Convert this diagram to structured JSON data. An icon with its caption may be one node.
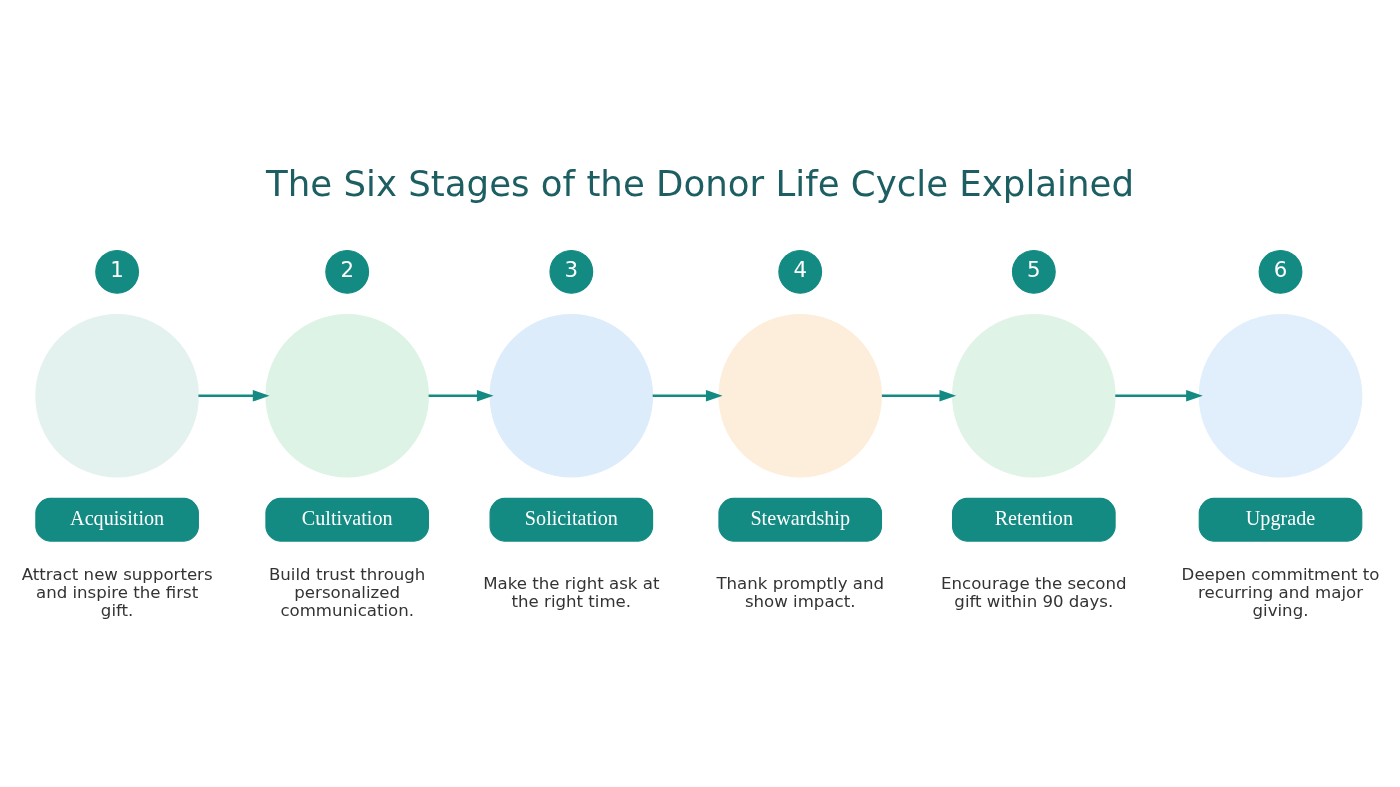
{
  "diagram": {
    "title": "The Six Stages of the Donor Life Cycle Explained",
    "nodes": [
      {
        "text": [
          "1"
        ]
      },
      {
        "text": [],
        "shape": "circle"
      },
      {
        "text": [
          "Acquisition"
        ],
        "beside": [
          "Attract new supporters and inspire the first gift."
        ]
      },
      {
        "text": [
          "2"
        ]
      },
      {
        "text": [],
        "shape": "circle"
      },
      {
        "text": [
          "Cultivation"
        ],
        "beside": [
          "Build trust through personalized communication."
        ]
      },
      {
        "text": [
          "3"
        ]
      },
      {
        "text": [],
        "shape": "circle"
      },
      {
        "text": [
          "Solicitation"
        ],
        "beside": [
          "Make the right ask at the right time."
        ]
      },
      {
        "text": [
          "4"
        ]
      },
      {
        "text": [],
        "shape": "circle"
      },
      {
        "text": [
          "Stewardship"
        ],
        "beside": [
          "Thank promptly and show impact."
        ]
      },
      {
        "text": [
          "5"
        ]
      },
      {
        "text": [],
        "shape": "circle"
      },
      {
        "text": [
          "Retention"
        ],
        "beside": [
          "Encourage the second gift within 90 days."
        ]
      },
      {
        "text": [
          "6"
        ]
      },
      {
        "text": [],
        "shape": "circle"
      },
      {
        "text": [
          "Upgrade"
        ],
        "beside": [
          "Deepen commitment to recurring and major giving."
        ]
      }
    ],
    "edges": [
      {
        "from": 1,
        "to": 4,
        "arrow": "to"
      },
      {
        "from": 4,
        "to": 7,
        "arrow": "to"
      },
      {
        "from": 7,
        "to": 10,
        "arrow": "to"
      },
      {
        "from": 10,
        "to": 13,
        "arrow": "to"
      },
      {
        "from": 13,
        "to": 16,
        "arrow": "to"
      }
    ]
  }
}
